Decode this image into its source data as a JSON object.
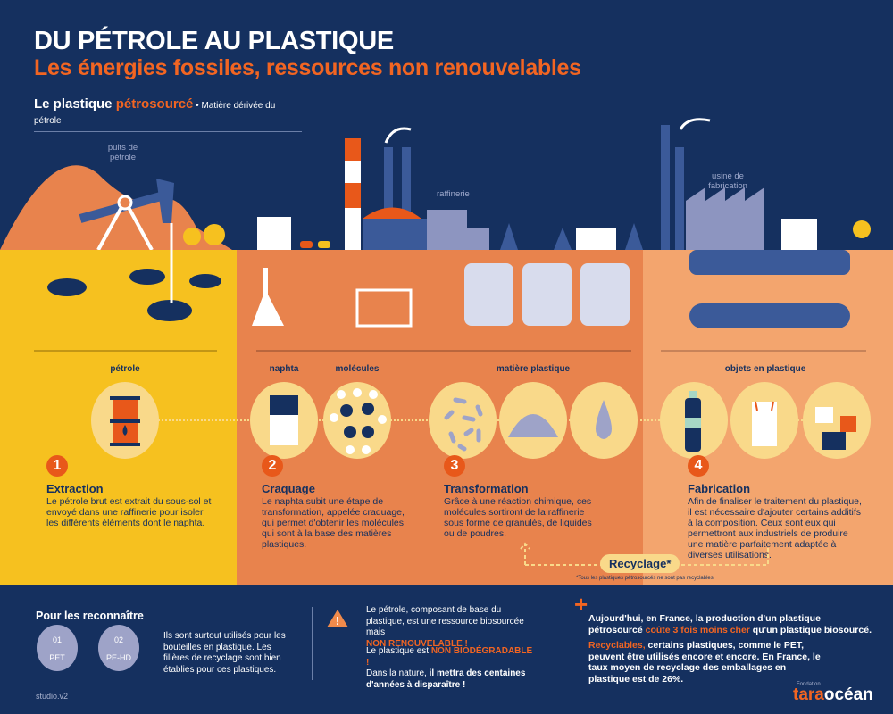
{
  "header": {
    "title": "DU PÉTROLE AU PLASTIQUE",
    "subtitle": "Les énergies fossiles, ressources non renouvelables",
    "sub_a": "Le plastique ",
    "sub_b": "pétrosourcé",
    "sub_c": " • Matière dérivée du pétrole"
  },
  "scene": {
    "well": "puits de pétrole",
    "refinery": "raffinerie",
    "factory": "usine de fabrication"
  },
  "labels": {
    "petrole": "pétrole",
    "naphta": "naphta",
    "molecules": "molécules",
    "matiere": "matière plastique",
    "objets": "objets en plastique"
  },
  "steps": [
    {
      "num": "1",
      "title": "Extraction",
      "text": "Le pétrole brut est extrait du sous-sol et envoyé dans une raffinerie pour isoler les différents éléments dont le naphta."
    },
    {
      "num": "2",
      "title": "Craquage",
      "text": "Le naphta subit une étape de transformation, appelée craquage, qui permet d'obtenir les molécules qui sont à la base des matières plastiques."
    },
    {
      "num": "3",
      "title": "Transformation",
      "text": "Grâce à une réaction chimique, ces molécules sortiront de la raffinerie sous forme de granulés, de liquides ou de poudres."
    },
    {
      "num": "4",
      "title": "Fabrication",
      "text": "Afin de finaliser le traitement du plastique, il est nécessaire d'ajouter certains additifs à la composition. Ceux sont eux qui permettront aux industriels de produire une matière parfaitement adaptée à diverses utilisations."
    }
  ],
  "recycling": {
    "label": "Recyclage*",
    "note": "*Tous les plastiques pétrosourcés ne sont pas recyclables"
  },
  "footer": {
    "recognize_title": "Pour les reconnaître",
    "badges": [
      {
        "code": "01",
        "name": "PET"
      },
      {
        "code": "02",
        "name": "PE-HD"
      }
    ],
    "recognize_text": "Ils sont surtout utilisés pour les bouteilles en plastique. Les filières de recyclage sont bien établies pour ces plastiques.",
    "warn1": "Le pétrole, composant de base du plastique, est une ressource biosourcée mais",
    "warn1_em": "NON RENOUVELABLE !",
    "warn2_a": "Le plastique est ",
    "warn2_em": "NON BIODÉGRADABLE !",
    "warn2_b": "Dans la nature, ",
    "warn2_c": "il mettra des centaines d'années à disparaître !",
    "plus1_a": "Aujourd'hui, en France, la production d'un plastique pétrosourcé ",
    "plus1_em": "coûte 3 fois moins cher",
    "plus1_b": " qu'un plastique biosourcé.",
    "plus2_em": "Recyclables,",
    "plus2": " certains plastiques, comme le PET, peuvent être utilisés encore et encore. En France, le taux moyen de recyclage des emballages en plastique est de 26%.",
    "credit": "studio.v2",
    "logo_small": "Fondation",
    "logo_a": "tara",
    "logo_b": "océan"
  }
}
